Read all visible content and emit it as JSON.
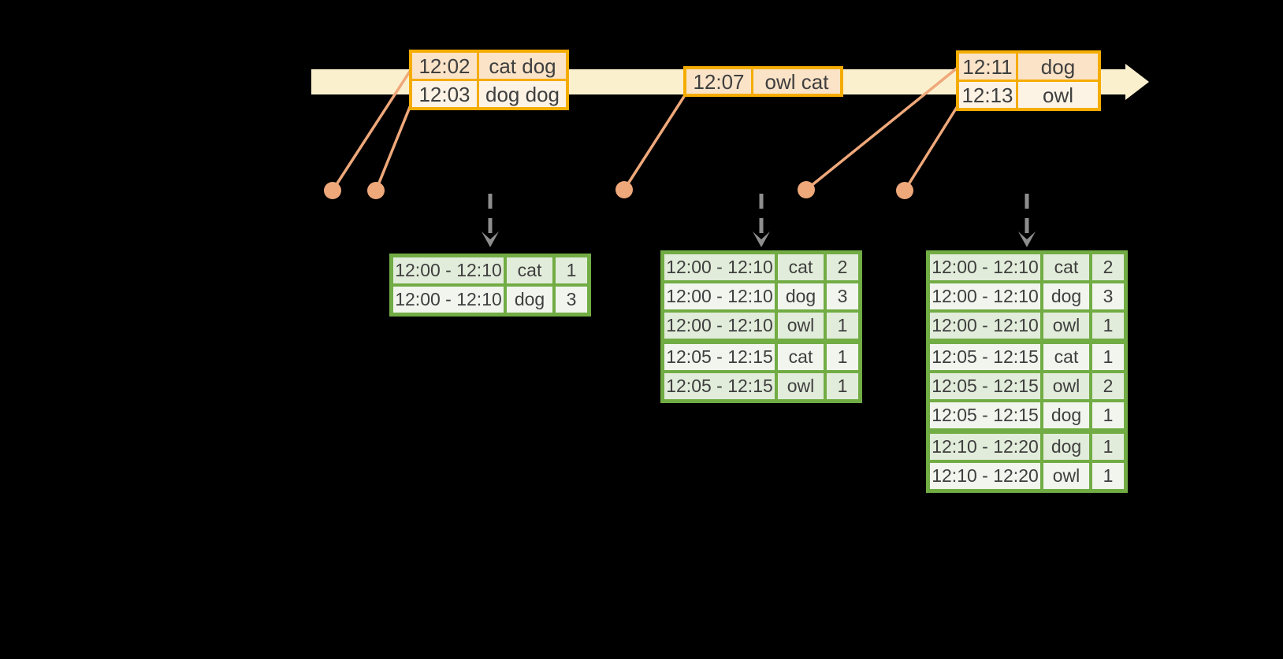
{
  "colors": {
    "background": "#000000",
    "timeline_band": "#FBF0CD",
    "event_border": "#F5AC00",
    "event_row_dark": "#FAE3C7",
    "event_row_light": "#FDF3E5",
    "connector": "#EFA87A",
    "result_frame": "#71AC44",
    "result_row_green": "#E2ECDA",
    "result_row_white": "#F1F5EE",
    "trigger_arrow": "#8E8E8E",
    "text": "#3F3F3F"
  },
  "timeline": {
    "event_tables": [
      {
        "rows": [
          {
            "time": "12:02",
            "words": "cat dog"
          },
          {
            "time": "12:03",
            "words": "dog dog"
          }
        ]
      },
      {
        "rows": [
          {
            "time": "12:07",
            "words": "owl cat"
          }
        ]
      },
      {
        "rows": [
          {
            "time": "12:11",
            "words": "dog"
          },
          {
            "time": "12:13",
            "words": "owl"
          }
        ]
      }
    ]
  },
  "result_tables": [
    {
      "rows": [
        [
          "12:00 - 12:10",
          "cat",
          "1"
        ],
        [
          "12:00 - 12:10",
          "dog",
          "3"
        ]
      ]
    },
    {
      "rows": [
        [
          "12:00 - 12:10",
          "cat",
          "2"
        ],
        [
          "12:00 - 12:10",
          "dog",
          "3"
        ],
        [
          "12:00 - 12:10",
          "owl",
          "1"
        ],
        [
          "12:05 - 12:15",
          "cat",
          "1"
        ],
        [
          "12:05 - 12:15",
          "owl",
          "1"
        ]
      ]
    },
    {
      "rows": [
        [
          "12:00 - 12:10",
          "cat",
          "2"
        ],
        [
          "12:00 - 12:10",
          "dog",
          "3"
        ],
        [
          "12:00 - 12:10",
          "owl",
          "1"
        ],
        [
          "12:05 - 12:15",
          "cat",
          "1"
        ],
        [
          "12:05 - 12:15",
          "owl",
          "2"
        ],
        [
          "12:05 - 12:15",
          "dog",
          "1"
        ],
        [
          "12:10 - 12:20",
          "dog",
          "1"
        ],
        [
          "12:10 - 12:20",
          "owl",
          "1"
        ]
      ]
    }
  ]
}
